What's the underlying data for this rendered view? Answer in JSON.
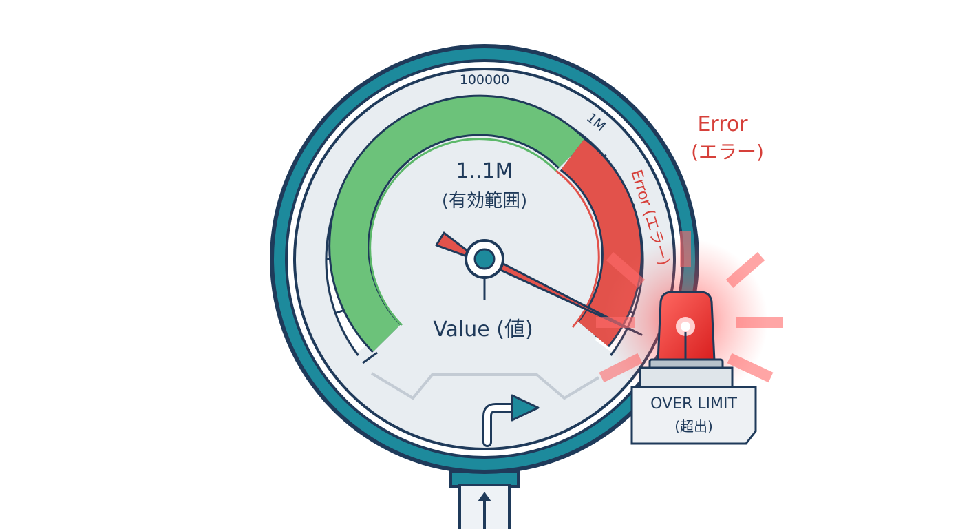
{
  "gauge": {
    "scale_labels": {
      "tick_100000": "100000",
      "tick_1m": "1M"
    },
    "range_label": "1..1M",
    "range_label_jp": "(有効範囲)",
    "error_arc_label": "Error (エラー)",
    "center_label": "Value (値)"
  },
  "external_error": {
    "label": "Error",
    "label_jp": "(エラー)"
  },
  "alarm": {
    "sign_label": "OVER LIMIT",
    "sign_label_jp": "(超出)"
  },
  "colors": {
    "bezel": "#1d8a9c",
    "outline": "#1f3a5a",
    "valid_zone": "#6cc27a",
    "error_zone": "#e2524b",
    "alarm_glow": "#ff3b3b"
  },
  "icons": [
    "gauge-needle-icon",
    "turn-right-arrow-icon",
    "up-arrow-icon",
    "alarm-beacon-icon"
  ]
}
